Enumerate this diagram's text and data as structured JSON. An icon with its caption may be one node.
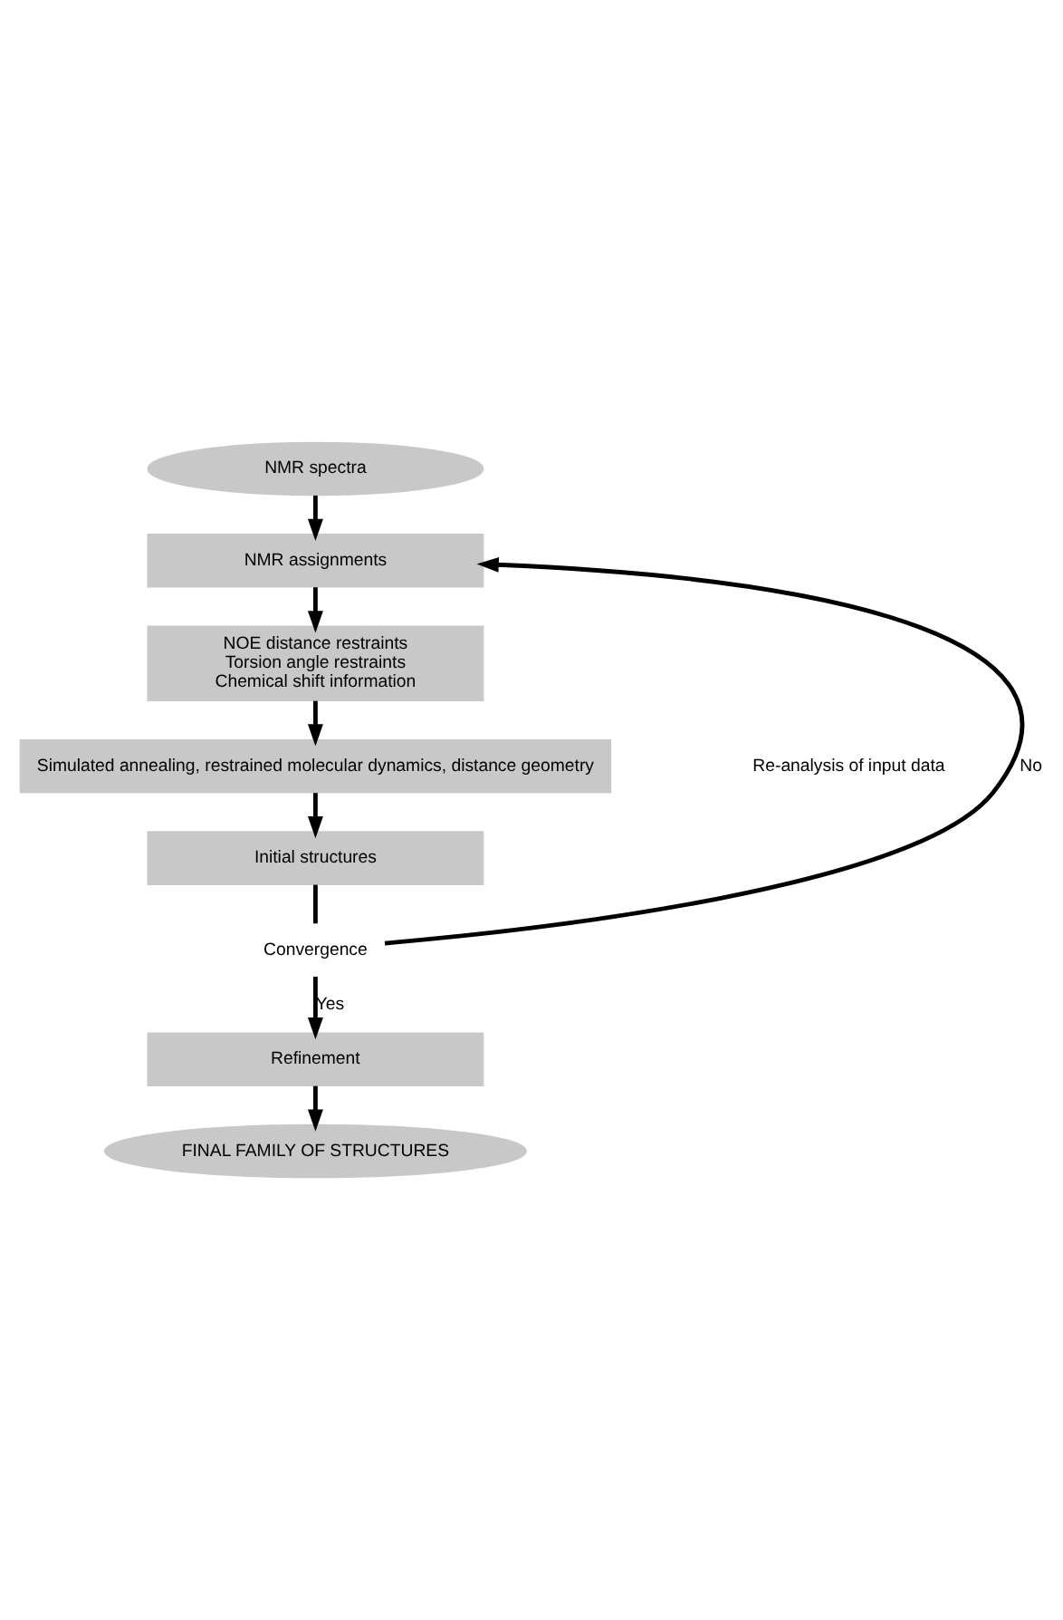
{
  "diagram": {
    "nodes": [
      {
        "text": [
          "NMR spectra"
        ]
      },
      {
        "text": [
          "NMR assignments"
        ]
      },
      {
        "text": [
          "NOE distance restraints",
          "Torsion angle restraints",
          "Chemical shift information"
        ]
      },
      {
        "text": [
          "Simulated annealing, restrained molecular dynamics, distance geometry"
        ]
      },
      {
        "text": [
          "Initial structures"
        ]
      },
      {
        "text": [
          "Convergence"
        ]
      },
      {
        "text": [
          "Refinement"
        ]
      },
      {
        "text": [
          "FINAL FAMILY OF STRUCTURES"
        ]
      }
    ],
    "edges": [
      {
        "from": 0,
        "to": 1,
        "arrow": "to"
      },
      {
        "from": 1,
        "to": 2,
        "arrow": "to"
      },
      {
        "from": 2,
        "to": 3,
        "arrow": "to"
      },
      {
        "from": 3,
        "to": 4,
        "arrow": "to"
      },
      {
        "from": 4,
        "to": 5,
        "arrow": "none"
      },
      {
        "from": 5,
        "to": 6,
        "label": "Yes",
        "arrow": "to"
      },
      {
        "from": 5,
        "to": 1,
        "label": "No",
        "arrow": "to"
      },
      {
        "from": 6,
        "to": 7,
        "arrow": "to"
      }
    ],
    "labels": [
      "Re-analysis of input data"
    ]
  }
}
